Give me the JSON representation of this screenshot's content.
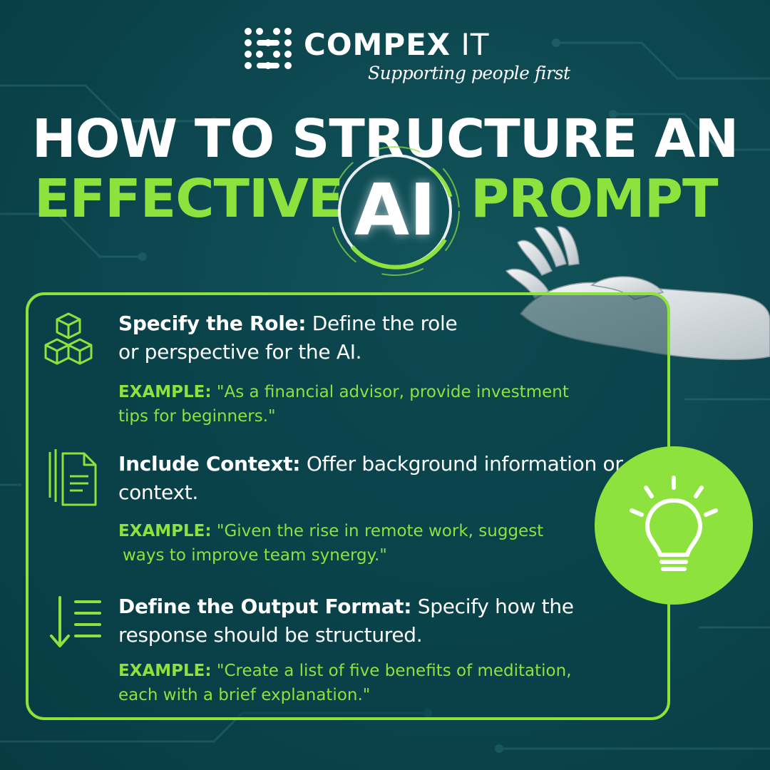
{
  "brand": {
    "name_bold": "COMPEX",
    "name_light": "IT",
    "tagline": "Supporting people first"
  },
  "title": {
    "line1": "HOW TO STRUCTURE AN",
    "line2_left": "EFFECTIVE",
    "line2_badge": "AI",
    "line2_right": "PROMPT"
  },
  "items": [
    {
      "icon": "cubes-icon",
      "heading": "Specify the Role:",
      "text_line1": "Define the role",
      "text_line2": "or perspective for the AI.",
      "example_label": "EXAMPLE:",
      "example_line1": "\"As a financial advisor, provide investment",
      "example_line2": "tips for beginners.\""
    },
    {
      "icon": "documents-icon",
      "heading": "Include Context:",
      "text_line1": "Offer background information or",
      "text_line2": "context.",
      "example_label": "EXAMPLE:",
      "example_line1": "\"Given the rise in remote work, suggest",
      "example_line2": "ways to improve team synergy.\""
    },
    {
      "icon": "sort-list-icon",
      "heading": "Define the Output Format:",
      "text_line1": "Specify how the",
      "text_line2": "response should be structured.",
      "example_label": "EXAMPLE:",
      "example_line1": "\"Create a list of five benefits of meditation,",
      "example_line2": "each with a brief explanation.\""
    }
  ],
  "colors": {
    "accent": "#8ee23e",
    "background": "#0d4850",
    "text": "#ffffff"
  },
  "decor": {
    "hand": "robot-hand-image",
    "bulb": "lightbulb-icon"
  }
}
